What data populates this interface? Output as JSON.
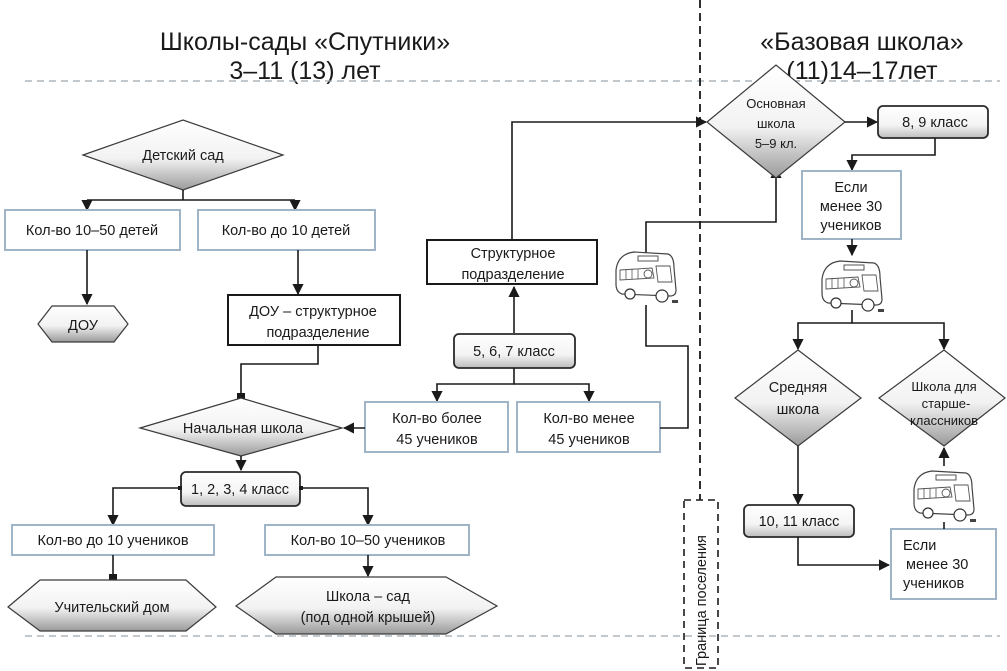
{
  "headers": {
    "left_title": "Школы-сады «Спутники»",
    "left_subtitle": "3–11 (13) лет",
    "right_title": "«Базовая школа»",
    "right_subtitle": "(11)14–17лет"
  },
  "boundary_label": "Граница поселения",
  "nodes": {
    "kindergarten": "Детский сад",
    "kids_10_50": "Кол-во 10–50 детей",
    "kids_up_to_10": "Кол-во до 10 детей",
    "dou": "ДОУ",
    "dou_struct_1": "ДОУ – структурное",
    "dou_struct_2": "подразделение",
    "primary_school": "Начальная школа",
    "grades_1_4": "1, 2, 3, 4 класс",
    "pupils_up_to_10": "Кол-во до 10 учеников",
    "pupils_10_50": "Кол-во 10–50 учеников",
    "teacher_house": "Учительский дом",
    "school_garden_1": "Школа – сад",
    "school_garden_2": "(под одной крышей)",
    "struct_unit_1": "Структурное",
    "struct_unit_2": "подразделение",
    "grades_5_7": "5, 6, 7 класс",
    "more_45_1": "Кол-во более",
    "more_45_2": "45 учеников",
    "less_45_1": "Кол-во менее",
    "less_45_2": "45 учеников",
    "basic_school_1": "Основная",
    "basic_school_2": "школа",
    "basic_school_3": "5–9 кл.",
    "grades_8_9": "8, 9 класс",
    "if_less_30_a_1": "Если",
    "if_less_30_a_2": "менее 30",
    "if_less_30_a_3": "учеников",
    "secondary_school_1": "Средняя",
    "secondary_school_2": "школа",
    "senior_school_1": "Школа для",
    "senior_school_2": "старше-",
    "senior_school_3": "классников",
    "grades_10_11": "10, 11 класс",
    "if_less_30_b_1": "Если",
    "if_less_30_b_2": "менее 30",
    "if_less_30_b_3": "учеников"
  },
  "icons": {
    "bus": "school-bus-icon"
  }
}
